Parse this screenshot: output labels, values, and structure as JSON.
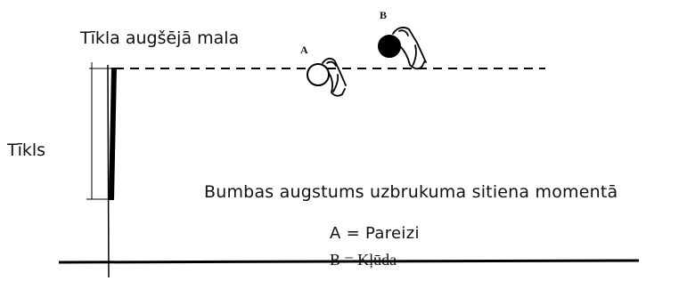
{
  "labels": {
    "net_top_edge": "Tīkla augšējā mala",
    "net": "Tīkls",
    "ball_height": "Bumbas augstums uzbrukuma sitiena momentā",
    "result_a": "A = Pareizi",
    "result_b": "B = Kļūda"
  },
  "points": {
    "a": "A",
    "b": "B"
  },
  "balls": {
    "a": {
      "fill": "#ffffff",
      "meaning": "correct"
    },
    "b": {
      "fill": "#000000",
      "meaning": "fault"
    }
  },
  "icons": [
    "hand-icon"
  ]
}
